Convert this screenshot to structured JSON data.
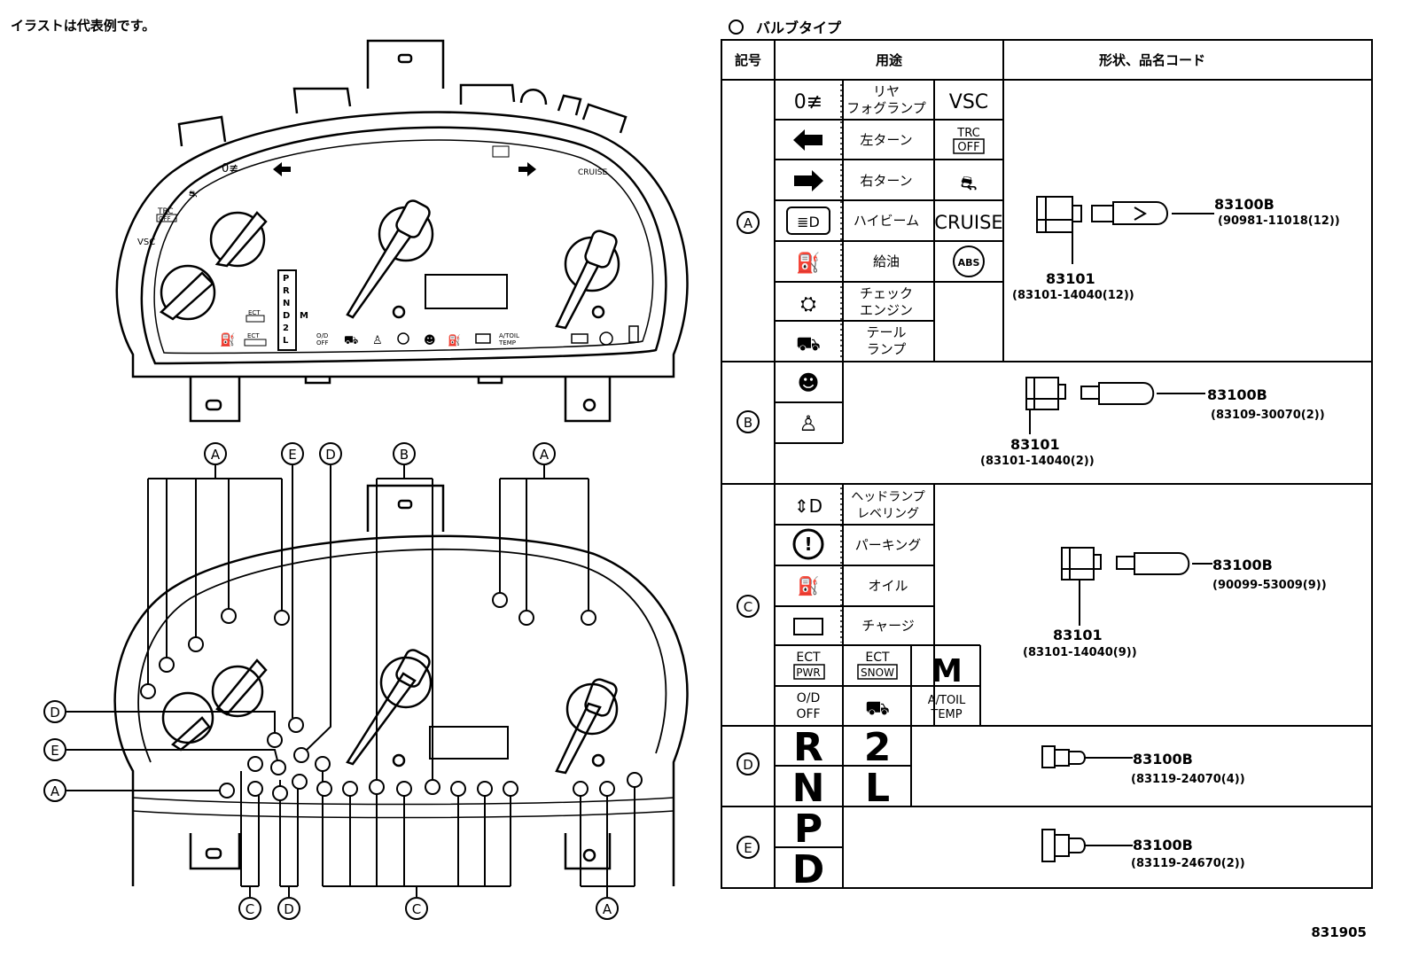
{
  "note": "イラストは代表例です。",
  "legend_title": "バルブタイプ",
  "page_code": "831905",
  "table": {
    "headers": {
      "symbol": "記号",
      "usage": "用途",
      "shape": "形状、品名コード"
    },
    "groups": [
      {
        "id": "A",
        "usage_items": [
          {
            "icon": "rear-fog-icon",
            "label": "リヤ\nフォグランプ"
          },
          {
            "icon": "left-turn-icon",
            "label": "左ターン"
          },
          {
            "icon": "right-turn-icon",
            "label": "右ターン"
          },
          {
            "icon": "high-beam-icon",
            "label": "ハイビーム"
          },
          {
            "icon": "fuel-icon",
            "label": "給油"
          },
          {
            "icon": "check-engine-icon",
            "label": "チェック\nエンジン"
          },
          {
            "icon": "tail-lamp-icon",
            "label": "テール\nランプ"
          }
        ],
        "extra_symbols": [
          "VSC",
          "TRC OFF",
          "skid-icon",
          "CRUISE",
          "ABS"
        ],
        "socket_part": "83101",
        "socket_code": "(83101-14040(12))",
        "bulb_part": "83100B",
        "bulb_code": "(90981-11018(12))"
      },
      {
        "id": "B",
        "usage_items": [
          {
            "icon": "airbag-icon",
            "label": ""
          },
          {
            "icon": "seatbelt-icon",
            "label": ""
          }
        ],
        "socket_part": "83101",
        "socket_code": "(83101-14040(2))",
        "bulb_part": "83100B",
        "bulb_code": "(83109-30070(2))"
      },
      {
        "id": "C",
        "usage_items": [
          {
            "icon": "headlamp-leveling-icon",
            "label": "ヘッドランプ\nレベリング"
          },
          {
            "icon": "parking-brake-icon",
            "label": "パーキング"
          },
          {
            "icon": "oil-icon",
            "label": "オイル"
          },
          {
            "icon": "charge-icon",
            "label": "チャージ"
          }
        ],
        "extra_symbols": [
          "ECT PWR",
          "ECT SNOW",
          "M",
          "O/D OFF",
          "door-ajar-icon",
          "A/TOIL TEMP"
        ],
        "socket_part": "83101",
        "socket_code": "(83101-14040(9))",
        "bulb_part": "83100B",
        "bulb_code": "(90099-53009(9))"
      },
      {
        "id": "D",
        "usage_letters": [
          "R",
          "2",
          "N",
          "L"
        ],
        "bulb_part": "83100B",
        "bulb_code": "(83119-24070(4))"
      },
      {
        "id": "E",
        "usage_letters": [
          "P",
          "D"
        ],
        "bulb_part": "83100B",
        "bulb_code": "(83119-24670(2))"
      }
    ]
  },
  "cluster_front": {
    "labels": [
      "TRC OFF",
      "VSC",
      "CRUISE",
      "ECT PWR",
      "ECT SNOW",
      "O/D OFF",
      "A/TOIL TEMP"
    ],
    "gear_letters": [
      "P",
      "R",
      "N",
      "D",
      "2",
      "L"
    ],
    "gear_mode": "M"
  },
  "cluster_rear": {
    "callouts_top": [
      "A",
      "E",
      "D",
      "B",
      "A"
    ],
    "callouts_left": [
      "D",
      "E",
      "A"
    ],
    "callouts_bottom": [
      "C",
      "D",
      "C",
      "A"
    ]
  }
}
